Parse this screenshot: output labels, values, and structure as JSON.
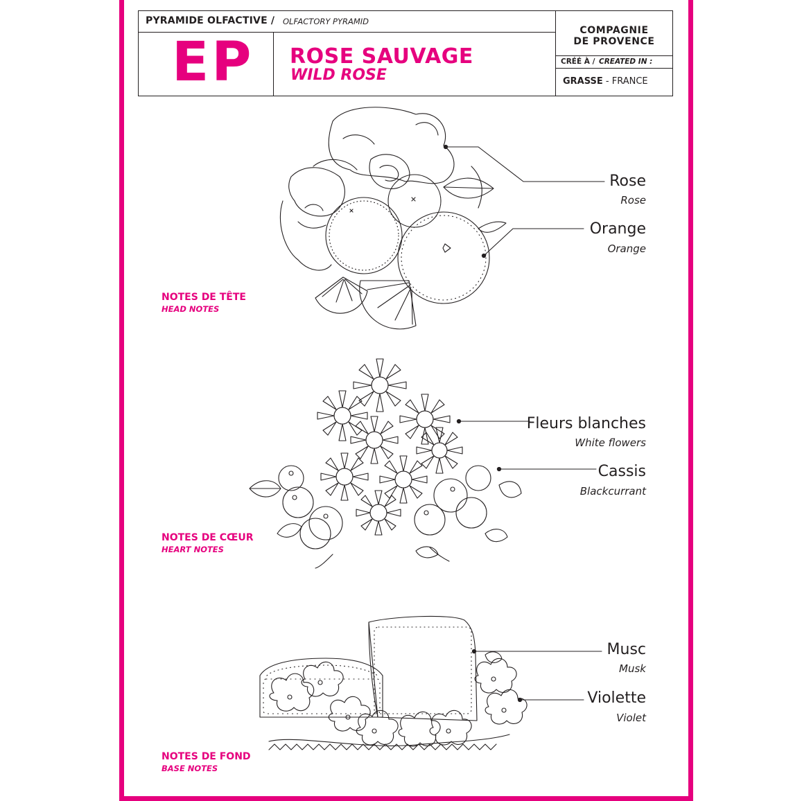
{
  "accent": "#e6007e",
  "header": {
    "pyramid_fr": "PYRAMIDE OLFACTIVE /",
    "pyramid_en": "OLFACTORY PYRAMID",
    "code": "EP",
    "name_fr": "ROSE SAUVAGE",
    "name_en": "WILD ROSE",
    "brand_line1": "COMPAGNIE",
    "brand_line2": "DE PROVENCE",
    "created_fr": "CRÉÉ À /",
    "created_en": "CREATED IN :",
    "city": "GRASSE",
    "country": "- FRANCE"
  },
  "tiers": [
    {
      "label_fr": "NOTES DE TÊTE",
      "label_en": "HEAD NOTES",
      "notes": [
        {
          "fr": "Rose",
          "en": "Rose",
          "icon": "rose-icon"
        },
        {
          "fr": "Orange",
          "en": "Orange",
          "icon": "orange-icon"
        }
      ]
    },
    {
      "label_fr": "NOTES DE CŒUR",
      "label_en": "HEART NOTES",
      "notes": [
        {
          "fr": "Fleurs blanches",
          "en": "White flowers",
          "icon": "daisy-icon"
        },
        {
          "fr": "Cassis",
          "en": "Blackcurrant",
          "icon": "blackcurrant-icon"
        }
      ]
    },
    {
      "label_fr": "NOTES DE FOND",
      "label_en": "BASE NOTES",
      "notes": [
        {
          "fr": "Musc",
          "en": "Musk",
          "icon": "musk-block-icon"
        },
        {
          "fr": "Violette",
          "en": "Violet",
          "icon": "violet-icon"
        }
      ]
    }
  ]
}
